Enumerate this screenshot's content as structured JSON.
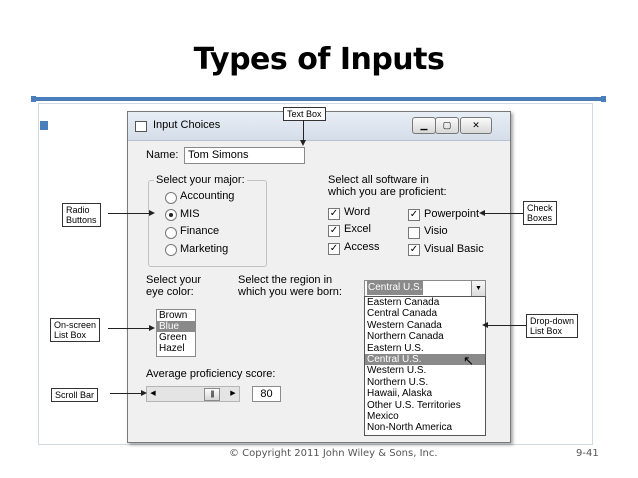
{
  "slide": {
    "title": "Types of Inputs",
    "copyright": "© Copyright 2011 John Wiley & Sons, Inc.",
    "page_number": "9-41",
    "accent_color": "#4a7ebb"
  },
  "window": {
    "title": "Input Choices",
    "minimize_icon": "minimize-icon",
    "maximize_icon": "maximize-icon",
    "close_icon": "close-icon"
  },
  "form": {
    "name_label": "Name:",
    "name_value": "Tom Simons",
    "major_group_label": "Select your major:",
    "majors": [
      {
        "label": "Accounting",
        "selected": false
      },
      {
        "label": "MIS",
        "selected": true
      },
      {
        "label": "Finance",
        "selected": false
      },
      {
        "label": "Marketing",
        "selected": false
      }
    ],
    "software_label_line1": "Select all software in",
    "software_label_line2": "which you are proficient:",
    "software": [
      {
        "label": "Word",
        "checked": true
      },
      {
        "label": "Excel",
        "checked": true
      },
      {
        "label": "Access",
        "checked": true
      },
      {
        "label": "Powerpoint",
        "checked": true
      },
      {
        "label": "Visio",
        "checked": false
      },
      {
        "label": "Visual Basic",
        "checked": true
      }
    ],
    "eye_label_line1": "Select your",
    "eye_label_line2": "eye color:",
    "eye_colors": [
      "Brown",
      "Blue",
      "Green",
      "Hazel"
    ],
    "eye_selected": "Blue",
    "region_label_line1": "Select the region in",
    "region_label_line2": "which you were born:",
    "region_selected": "Central U.S.",
    "regions": [
      "Eastern Canada",
      "Central Canada",
      "Western Canada",
      "Northern Canada",
      "Eastern U.S.",
      "Central U.S.",
      "Western U.S.",
      "Northern U.S.",
      "Hawaii, Alaska",
      "Other U.S. Territories",
      "Mexico",
      "Non-North America"
    ],
    "score_label": "Average proficiency score:",
    "score_value": "80"
  },
  "callouts": {
    "text_box": "Text Box",
    "radio_line1": "Radio",
    "radio_line2": "Buttons",
    "check_line1": "Check",
    "check_line2": "Boxes",
    "listbox_line1": "On-screen",
    "listbox_line2": "List Box",
    "dropdown_line1": "Drop-down",
    "dropdown_line2": "List Box",
    "scrollbar": "Scroll Bar"
  }
}
